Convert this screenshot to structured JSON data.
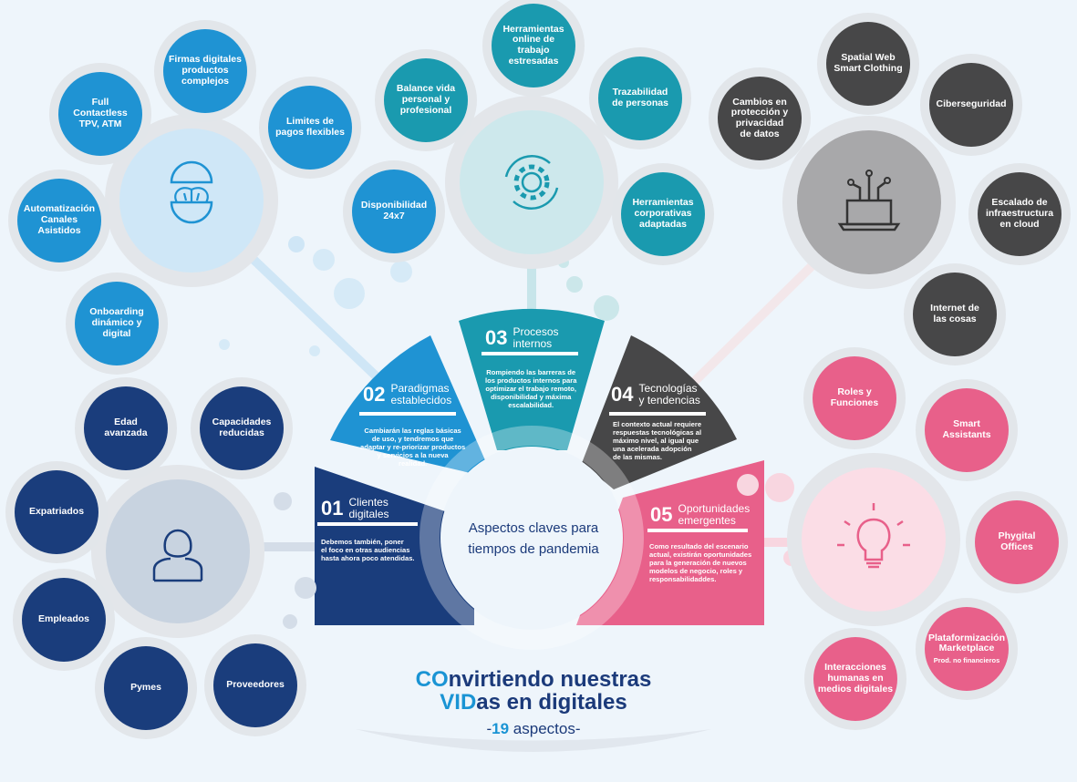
{
  "center": {
    "text": "Aspectos claves para\ntiempos de pandemia"
  },
  "title": {
    "line1_highlight": "CO",
    "line1_rest": "nvirtiendo nuestras",
    "line2_highlight": "VID",
    "line2_rest": "as en digitales",
    "subtitle_prefix": "-",
    "subtitle_count": "19",
    "subtitle_rest": " aspectos-"
  },
  "colors": {
    "clientes": "#1a3d7c",
    "paradigmas": "#1f93d3",
    "procesos": "#1a9aaf",
    "tecnologias": "#474748",
    "oportunidades": "#e8608a"
  },
  "segments": [
    {
      "num": "01",
      "label": "Clientes\ndigitales",
      "text": "Debemos también, poner\nel foco en otras audiencias\nhasta ahora poco atendidas."
    },
    {
      "num": "02",
      "label": "Paradigmas\nestablecidos",
      "text": "Cambiarán las reglas básicas\nde uso, y tendremos que\nadaptar y re-priorizar productos\ny servicios a la nueva\nrealidad."
    },
    {
      "num": "03",
      "label": "Procesos\ninternos",
      "text": "Rompiendo las barreras de\nlos productos internos para\noptimizar el trabajo remoto,\ndisponibilidad y máxima\nescalabilidad."
    },
    {
      "num": "04",
      "label": "Tecnologías\ny tendencias",
      "text": "El contexto actual requiere\nrespuestas tecnológicas al\nmáximo nivel, al igual que\nuna acelerada adopción\nde las mismas."
    },
    {
      "num": "05",
      "label": "Oportunidades\nemergentes",
      "text": "Como resultado del escenario\nactual, existirán oportunidades\npara la generación de nuevos\nmodelos de negocio, roles y\nresponsabilidaddes."
    }
  ],
  "groups": {
    "clientes": {
      "icon": "person-icon",
      "items": [
        "Edad\navanzada",
        "Capacidades\nreducidas",
        "Expatriados",
        "Empleados",
        "Pymes",
        "Proveedores"
      ]
    },
    "paradigmas": {
      "icon": "brain-icon",
      "items": [
        "Full\nContactless\nTPV, ATM",
        "Firmas digitales\nproductos\ncomplejos",
        "Limites de\npagos flexibles",
        "Automatización\nCanales\nAsistidos",
        "Onboarding\ndinámico y\ndigital",
        "Disponibilidad\n24x7"
      ]
    },
    "procesos": {
      "icon": "gear-refresh-icon",
      "items": [
        "Balance vida\npersonal y\nprofesional",
        "Herramientas\nonline de\ntrabajo\nestresadas",
        "Trazabilidad\nde personas",
        "Herramientas\ncorporativas\nadaptadas"
      ]
    },
    "tecnologias": {
      "icon": "laptop-circuit-icon",
      "items": [
        "Spatial Web\nSmart Clothing",
        "Cambios en\nprotección y\nprivacidad\nde datos",
        "Ciberseguridad",
        "Escalado de\ninfraestructura\nen cloud",
        "Internet de\nlas cosas"
      ]
    },
    "oportunidades": {
      "icon": "lightbulb-icon",
      "items": [
        "Roles y\nFunciones",
        "Smart\nAssistants",
        "Phygital\nOffices",
        "Plataformización\nMarketplace",
        "Interacciones\nhumanas en\nmedios digitales"
      ],
      "marketplace_note": "Prod. no financieros"
    }
  }
}
